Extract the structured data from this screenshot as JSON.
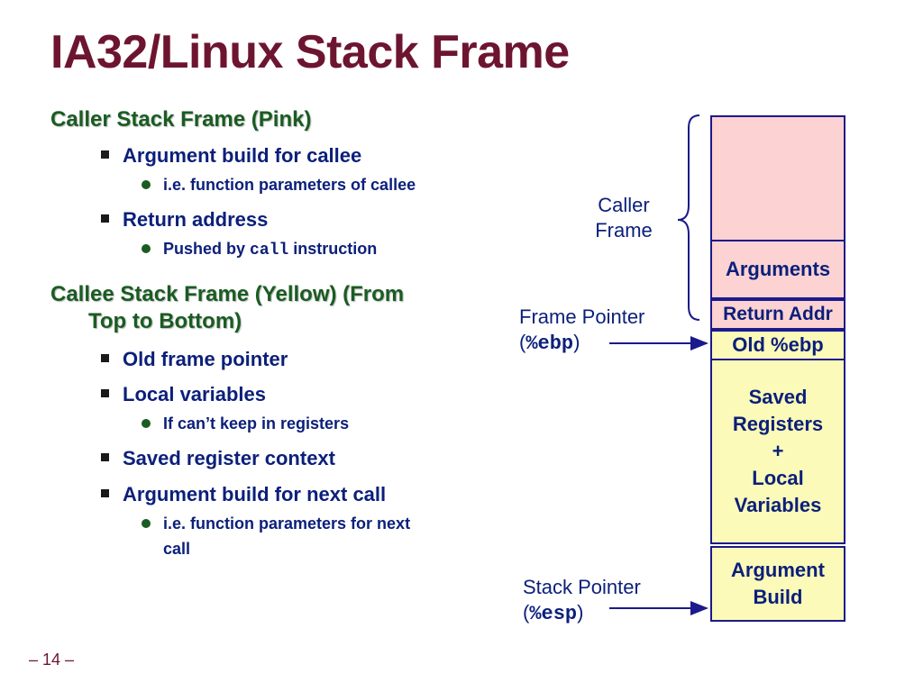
{
  "title": "IA32/Linux Stack Frame",
  "caller_section": {
    "heading": "Caller Stack Frame (Pink)",
    "items": [
      {
        "text": "Argument build for callee",
        "sub": [
          "i.e. function parameters of callee"
        ]
      },
      {
        "text": "Return address",
        "sub_prefix": "Pushed by ",
        "sub_code": "call",
        "sub_suffix": " instruction"
      }
    ]
  },
  "callee_section": {
    "heading": "Callee Stack Frame (Yellow) (From Top to Bottom)",
    "heading_line1": "Callee Stack Frame (Yellow) (From",
    "heading_line2": "Top to Bottom)",
    "items": [
      {
        "text": "Old frame pointer"
      },
      {
        "text": "Local variables",
        "sub": [
          "If can’t keep in registers"
        ]
      },
      {
        "text": "Saved register context"
      },
      {
        "text": "Argument build for next call",
        "sub": [
          "i.e. function parameters for next call"
        ],
        "sub_line1": "i.e. function parameters for next",
        "sub_line2": "call"
      }
    ]
  },
  "diagram": {
    "caller_frame_label": [
      "Caller",
      "Frame"
    ],
    "frame_pointer_label": "Frame Pointer",
    "frame_pointer_reg": "%ebp",
    "stack_pointer_label": "Stack Pointer",
    "stack_pointer_reg": "%esp",
    "boxes": {
      "arguments": "Arguments",
      "return_addr": "Return Addr",
      "old_ebp": "Old %ebp",
      "saved_regs": [
        "Saved",
        "Registers",
        "+",
        "Local",
        "Variables"
      ],
      "argument_build": [
        "Argument",
        "Build"
      ]
    },
    "colors": {
      "caller": "#fcd2d2",
      "callee": "#fbfab8",
      "border": "#1a1a8c"
    }
  },
  "page_number": "– 14 –"
}
